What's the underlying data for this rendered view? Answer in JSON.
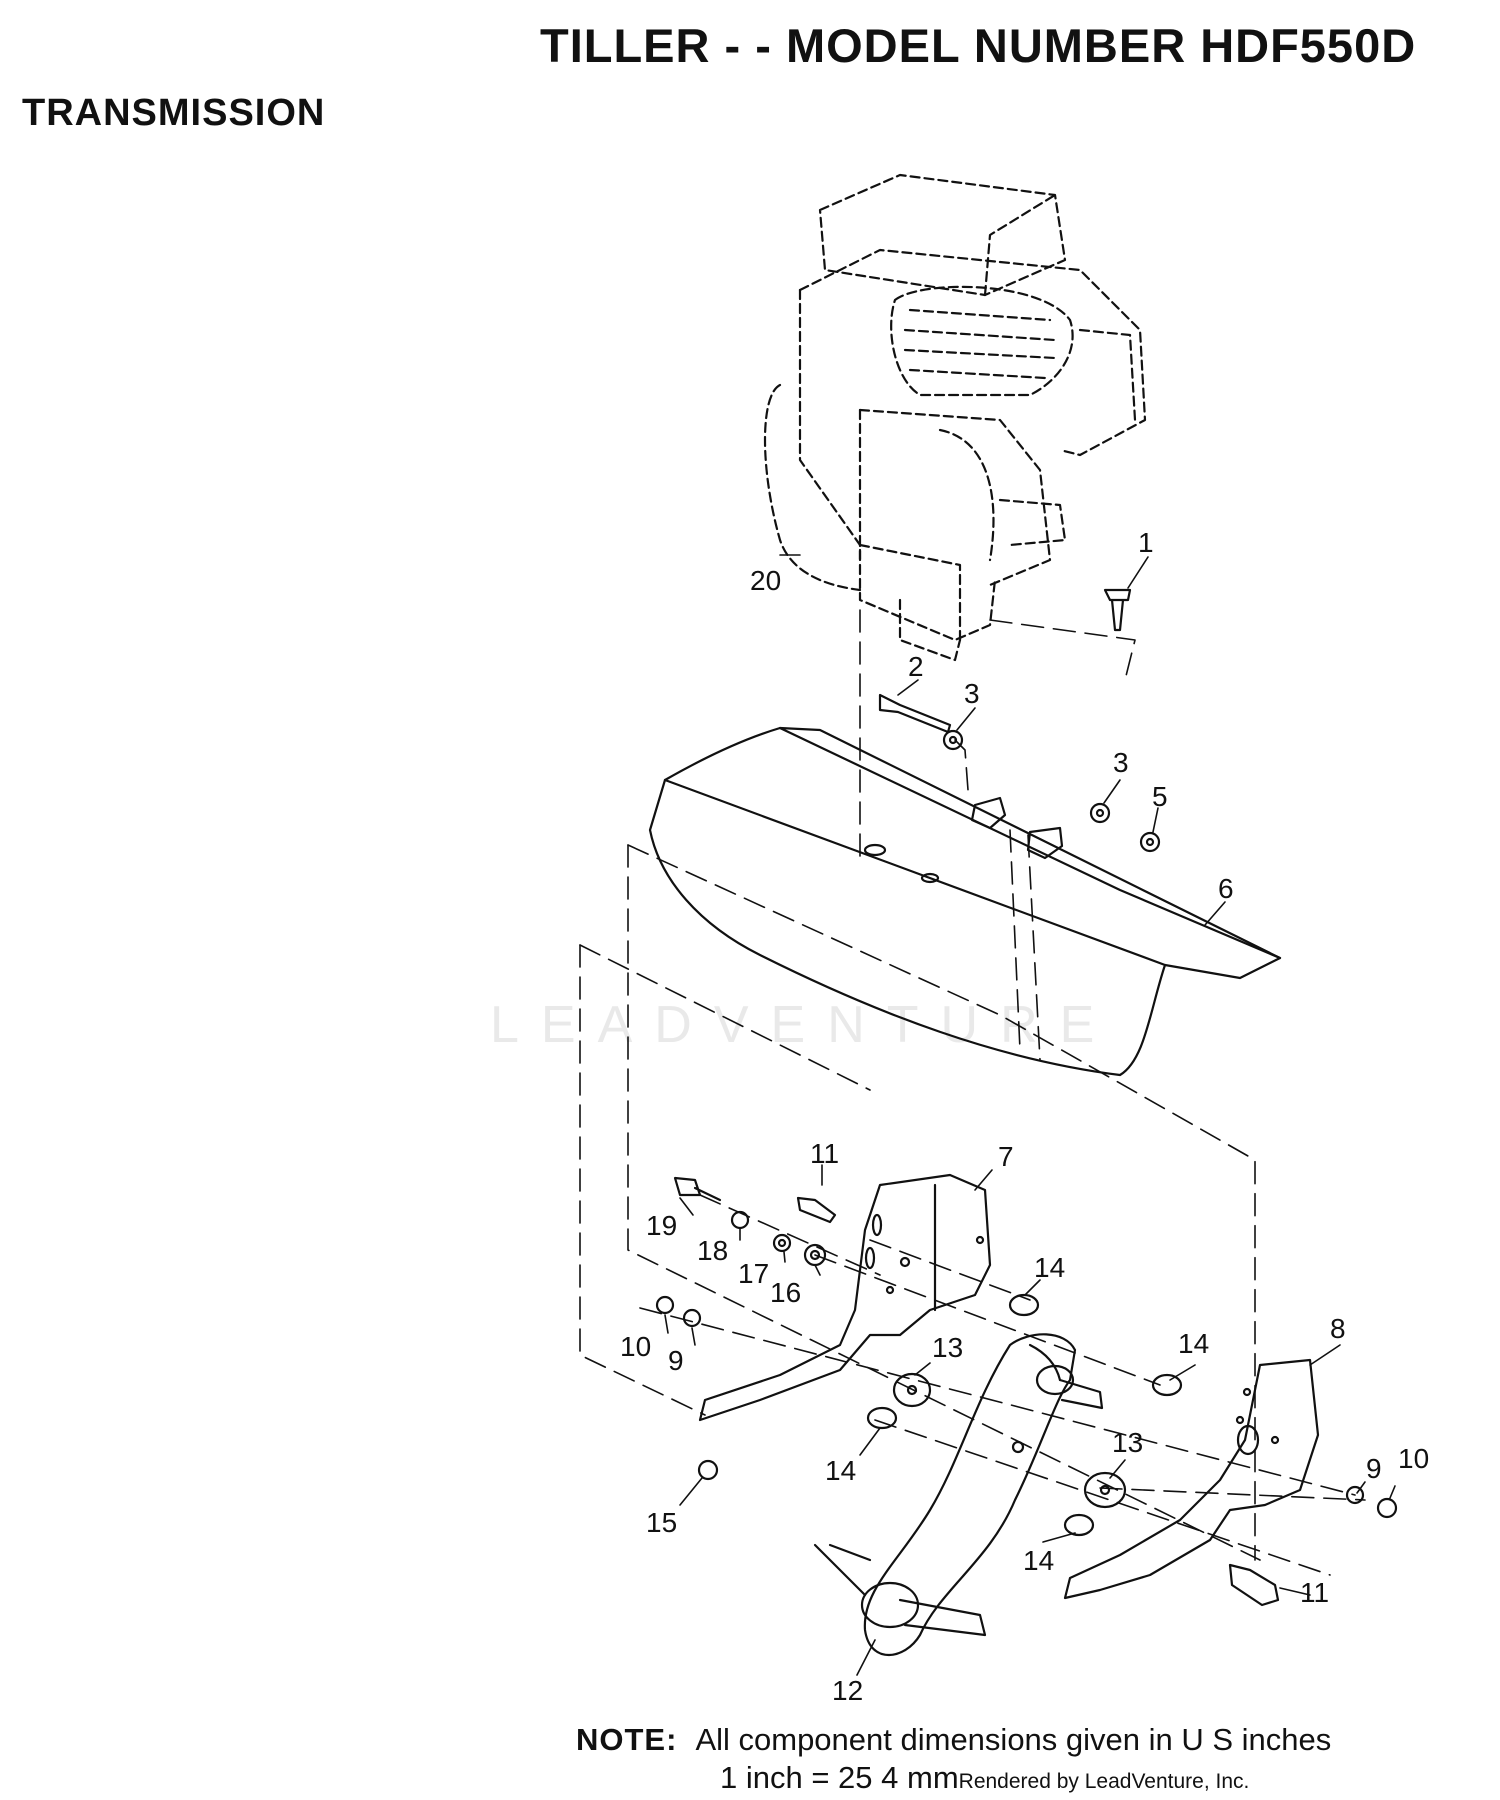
{
  "header": {
    "title": "TILLER - - MODEL NUMBER HDF550D",
    "section": "TRANSMISSION"
  },
  "watermark": "LEADVENTURE",
  "callouts": {
    "c1": "1",
    "c2": "2",
    "c3a": "3",
    "c3b": "3",
    "c5": "5",
    "c6": "6",
    "c7": "7",
    "c8": "8",
    "c9a": "9",
    "c9b": "9",
    "c10a": "10",
    "c10b": "10",
    "c11a": "11",
    "c11b": "11",
    "c12": "12",
    "c13a": "13",
    "c13b": "13",
    "c14a": "14",
    "c14b": "14",
    "c14c": "14",
    "c14d": "14",
    "c15": "15",
    "c16": "16",
    "c17": "17",
    "c18": "18",
    "c19": "19",
    "c20": "20"
  },
  "note": {
    "label": "NOTE:",
    "line1": "All component dimensions given in U S  inches",
    "line2": "1 inch = 25 4 mm",
    "credit": "Rendered by LeadVenture, Inc."
  }
}
